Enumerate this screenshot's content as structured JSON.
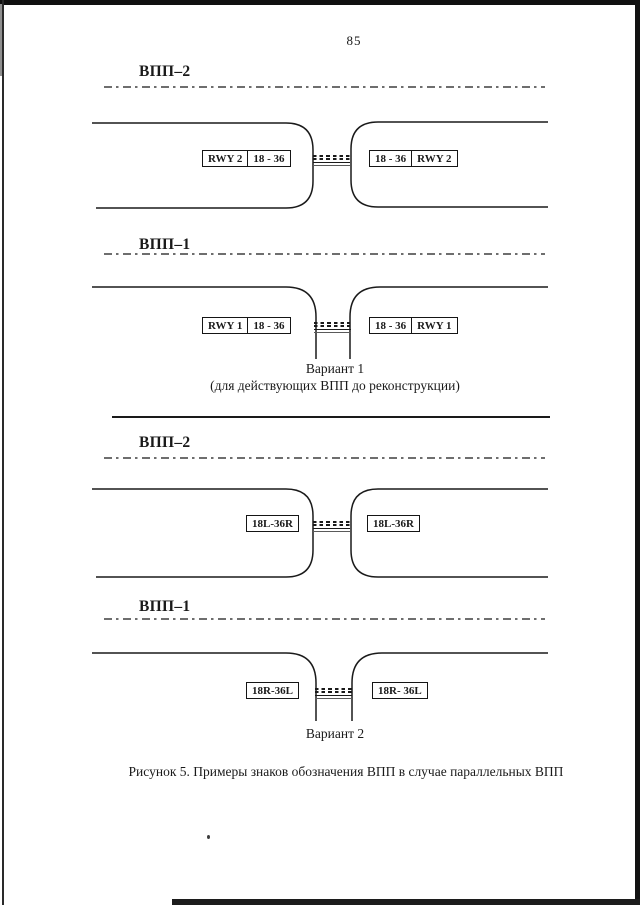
{
  "page_number": "85",
  "variant1": {
    "rwy2_label": "ВПП–2",
    "rwy1_label": "ВПП–1",
    "rwy2_left_sign": [
      "RWY 2",
      "18 - 36"
    ],
    "rwy2_right_sign": [
      "18 - 36",
      "RWY 2"
    ],
    "rwy1_left_sign": [
      "RWY 1",
      "18 - 36"
    ],
    "rwy1_right_sign": [
      "18 - 36",
      "RWY 1"
    ],
    "caption": "Вариант 1",
    "caption_note": "(для действующих ВПП до реконструкции)"
  },
  "variant2": {
    "rwy2_label": "ВПП–2",
    "rwy1_label": "ВПП–1",
    "rwy2_left_sign": "18L-36R",
    "rwy2_right_sign": "18L-36R",
    "rwy1_left_sign": "18R-36L",
    "rwy1_right_sign": "18R- 36L",
    "caption": "Вариант 2"
  },
  "figure_caption": "Рисунок 5. Примеры знаков обозначения ВПП в случае параллельных ВПП",
  "colors": {
    "ink": "#1a1a1a",
    "centerline_gray": "#6e6e6e",
    "paper": "#ffffff"
  }
}
